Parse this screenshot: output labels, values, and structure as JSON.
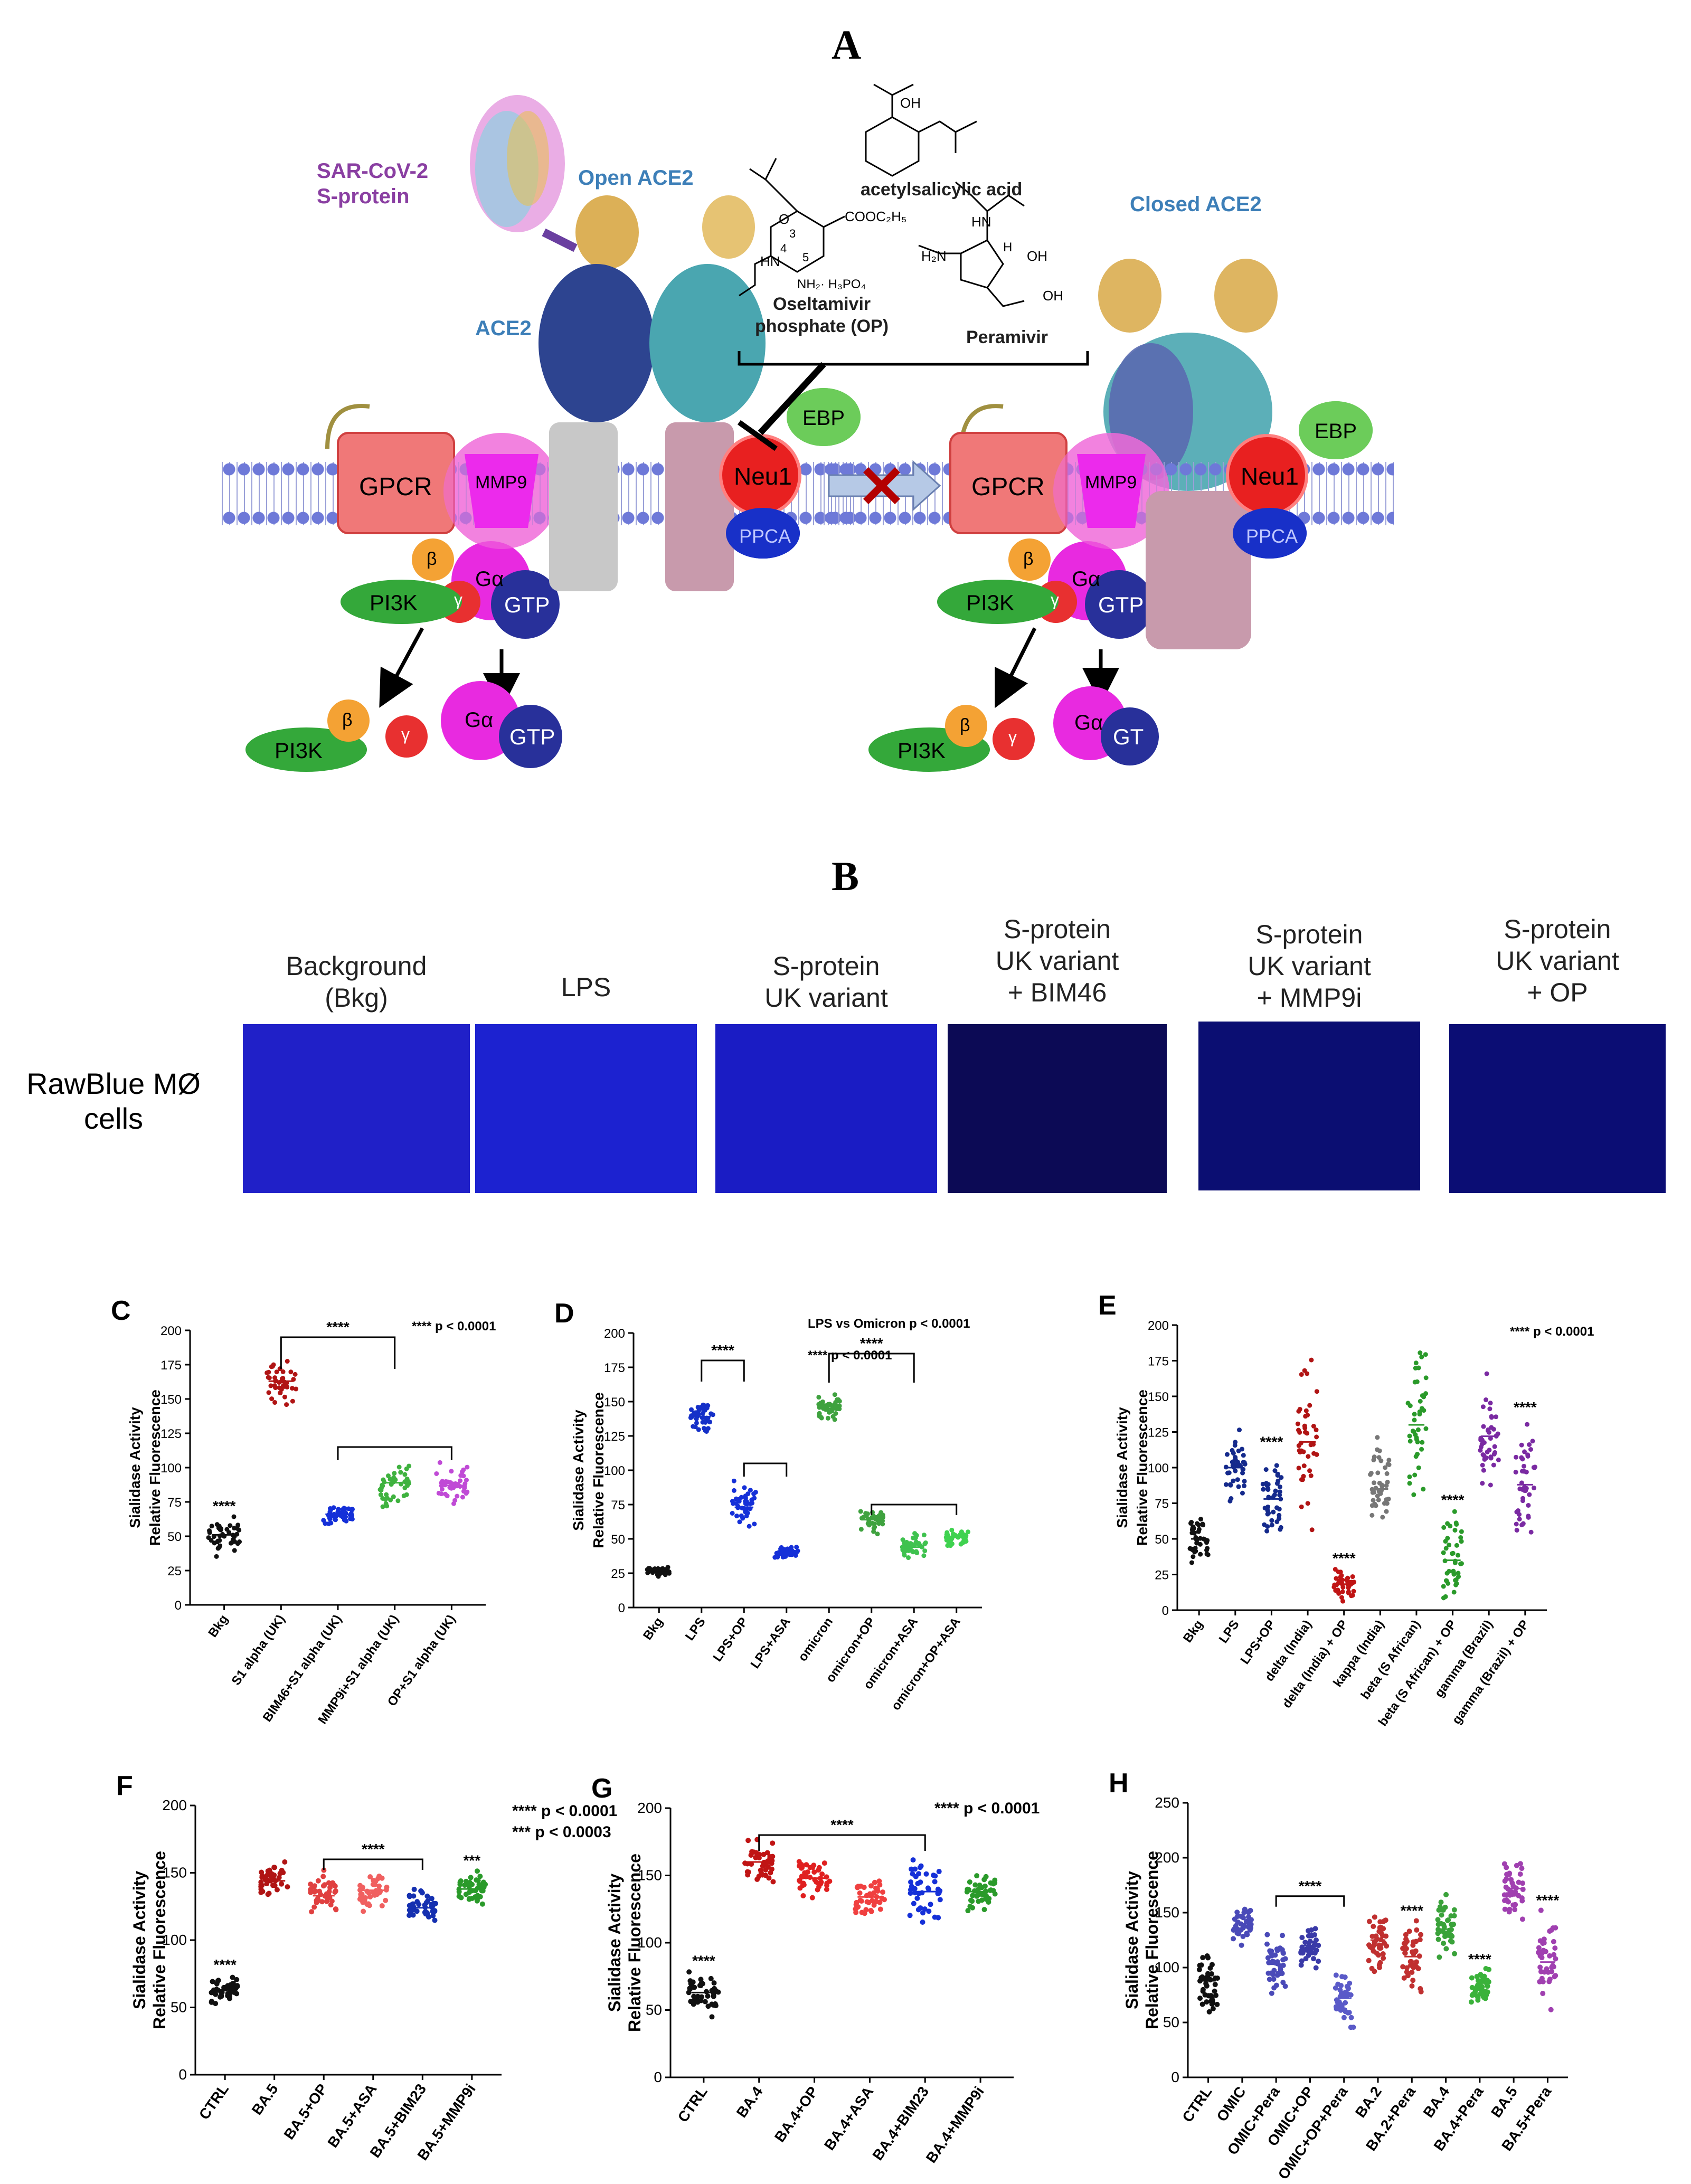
{
  "panels": {
    "A": "A",
    "B": "B"
  },
  "panel_a": {
    "sars_label": "SAR-CoV-2\nS-protein",
    "open_ace2": "Open ACE2",
    "closed_ace2": "Closed ACE2",
    "ace2": "ACE2",
    "asa": "acetylsalicylic acid",
    "op": "Oseltamivir\nphosphate (OP)",
    "peramivir": "Peramivir",
    "gpcr": "GPCR",
    "mmp9": "MMP9",
    "neu1": "Neu1",
    "ebp": "EBP",
    "ppca": "PPCA",
    "beta": "β",
    "gamma": "γ",
    "galpha": "Gα",
    "gtp": "GTP",
    "gtp_cut": "GT",
    "pi3k": "PI3K",
    "cooc2h5": "COOC₂H₅",
    "nh2": "NH₂· H₃PO₄",
    "hn": "HN",
    "oh": "OH",
    "h2n": "H₂N",
    "h": "H",
    "o": "O",
    "n3": "3",
    "n4": "4",
    "n5": "5"
  },
  "panel_b": {
    "row_label": "RawBlue MØ\ncells",
    "columns": [
      {
        "label": "Background\n(Bkg)",
        "color": "#2020c8"
      },
      {
        "label": "LPS",
        "color": "#1c22d0"
      },
      {
        "label": "S-protein\nUK variant",
        "color": "#1a1cc4"
      },
      {
        "label": "S-protein\nUK variant\n+ BIM46",
        "color": "#0c0a55"
      },
      {
        "label": "S-protein\nUK variant\n+ MMP9i",
        "color": "#0b0e72"
      },
      {
        "label": "S-protein\nUK variant\n+ OP",
        "color": "#0b0d74"
      }
    ]
  },
  "chart_data": [
    {
      "panel": "C",
      "type": "scatter",
      "ylabel": "Sialidase Activity\nRelative Fluorescence",
      "ylim": [
        0,
        200
      ],
      "yticks": [
        0,
        25,
        50,
        75,
        100,
        125,
        150,
        175,
        200
      ],
      "note": "**** p < 0.0001",
      "categories": [
        "Bkg",
        "S1 alpha (UK)",
        "BIM46+S1 alpha (UK)",
        "MMP9i+S1 alpha (UK)",
        "OP+S1 alpha (UK)"
      ],
      "series": [
        {
          "mean": 51,
          "sd": 6,
          "color": "#111111",
          "stars": "****"
        },
        {
          "mean": 163,
          "sd": 7,
          "color": "#b01414",
          "stars": ""
        },
        {
          "mean": 66,
          "sd": 3,
          "color": "#1530d8",
          "stars": ""
        },
        {
          "mean": 89,
          "sd": 8,
          "color": "#3fb23f",
          "stars": ""
        },
        {
          "mean": 87,
          "sd": 7,
          "color": "#c04ad6",
          "stars": ""
        }
      ],
      "bracket_stars": "****"
    },
    {
      "panel": "D",
      "type": "scatter",
      "ylabel": "Sialidase Activity\nRelative Fluorescence",
      "ylim": [
        0,
        200
      ],
      "yticks": [
        0,
        25,
        50,
        75,
        100,
        125,
        150,
        175,
        200
      ],
      "note": "LPS vs Omicron  p < 0.0001",
      "note2": "****  p < 0.0001",
      "categories": [
        "Bkg",
        "LPS",
        "LPS+OP",
        "LPS+ASA",
        "omicron",
        "omicron+OP",
        "omicron+ASA",
        "omicron+OP+ASA"
      ],
      "series": [
        {
          "mean": 27,
          "sd": 2,
          "color": "#111111",
          "stars": ""
        },
        {
          "mean": 139,
          "sd": 5,
          "color": "#1530c8",
          "stars": ""
        },
        {
          "mean": 73,
          "sd": 8,
          "color": "#1530d8",
          "stars": ""
        },
        {
          "mean": 40,
          "sd": 2,
          "color": "#1530d8",
          "stars": ""
        },
        {
          "mean": 145,
          "sd": 5,
          "color": "#3fa23f",
          "stars": ""
        },
        {
          "mean": 64,
          "sd": 4,
          "color": "#3fa23f",
          "stars": ""
        },
        {
          "mean": 44,
          "sd": 4,
          "color": "#3fc24f",
          "stars": ""
        },
        {
          "mean": 51,
          "sd": 3,
          "color": "#3fd24f",
          "stars": ""
        }
      ],
      "bracket_stars": [
        "****",
        "****"
      ]
    },
    {
      "panel": "E",
      "type": "scatter",
      "ylabel": "Sialidase Activity\nRelative Fluorescence",
      "ylim": [
        0,
        200
      ],
      "yticks": [
        0,
        25,
        50,
        75,
        100,
        125,
        150,
        175,
        200
      ],
      "note": "**** p < 0.0001",
      "categories": [
        "Bkg",
        "LPS",
        "LPS+OP",
        "delta (India)",
        "delta (India) + OP",
        "kappa (India)",
        "beta (S African)",
        "beta (S African) + OP",
        "gamma (Brazil)",
        "gamma (Brazil) + OP"
      ],
      "series": [
        {
          "mean": 50,
          "sd": 8,
          "color": "#111111",
          "stars": ""
        },
        {
          "mean": 100,
          "sd": 10,
          "color": "#152a8c",
          "stars": ""
        },
        {
          "mean": 78,
          "sd": 14,
          "color": "#152a8c",
          "stars": "****"
        },
        {
          "mean": 118,
          "sd": 30,
          "color": "#b01414",
          "stars": ""
        },
        {
          "mean": 18,
          "sd": 5,
          "color": "#c01414",
          "stars": "****"
        },
        {
          "mean": 85,
          "sd": 15,
          "color": "#777777",
          "stars": ""
        },
        {
          "mean": 130,
          "sd": 25,
          "color": "#2a9a2a",
          "stars": ""
        },
        {
          "mean": 35,
          "sd": 15,
          "color": "#2a9a2a",
          "stars": "****"
        },
        {
          "mean": 122,
          "sd": 18,
          "color": "#7a2aa2",
          "stars": ""
        },
        {
          "mean": 88,
          "sd": 20,
          "color": "#7a2aa2",
          "stars": "****"
        }
      ]
    },
    {
      "panel": "F",
      "type": "scatter",
      "ylabel": "Sialidase Activity\nRelative Fluorescence",
      "ylim": [
        0,
        200
      ],
      "yticks": [
        0,
        50,
        100,
        150,
        200
      ],
      "note": "****   p < 0.0001",
      "note2": "***    p < 0.0003",
      "categories": [
        "CTRL",
        "BA.5",
        "BA.5+OP",
        "BA.5+ASA",
        "BA.5+BIM23",
        "BA.5+MMP9i"
      ],
      "series": [
        {
          "mean": 63,
          "sd": 5,
          "color": "#111111",
          "stars": "****"
        },
        {
          "mean": 144,
          "sd": 6,
          "color": "#b01414",
          "stars": ""
        },
        {
          "mean": 133,
          "sd": 7,
          "color": "#e04040",
          "stars": ""
        },
        {
          "mean": 137,
          "sd": 6,
          "color": "#f06060",
          "stars": ""
        },
        {
          "mean": 124,
          "sd": 6,
          "color": "#1530b0",
          "stars": ""
        },
        {
          "mean": 138,
          "sd": 6,
          "color": "#2a9a2a",
          "stars": "***"
        }
      ],
      "bracket_stars": "****"
    },
    {
      "panel": "G",
      "type": "scatter",
      "ylabel": "Sialidase Activity\nRelative Fluorescence",
      "ylim": [
        0,
        200
      ],
      "yticks": [
        0,
        50,
        100,
        150,
        200
      ],
      "note": "****  p < 0.0001",
      "categories": [
        "CTRL",
        "BA.4",
        "BA.4+OP",
        "BA.4+ASA",
        "BA.4+BIM23",
        "BA.4+MMP9i"
      ],
      "series": [
        {
          "mean": 63,
          "sd": 7,
          "color": "#111111",
          "stars": "****"
        },
        {
          "mean": 160,
          "sd": 7,
          "color": "#c01414",
          "stars": ""
        },
        {
          "mean": 148,
          "sd": 6,
          "color": "#e02020",
          "stars": ""
        },
        {
          "mean": 134,
          "sd": 7,
          "color": "#f04040",
          "stars": ""
        },
        {
          "mean": 138,
          "sd": 10,
          "color": "#1530d8",
          "stars": ""
        },
        {
          "mean": 138,
          "sd": 7,
          "color": "#2a9a2a",
          "stars": ""
        }
      ],
      "bracket_stars": "****"
    },
    {
      "panel": "H",
      "type": "scatter",
      "ylabel": "Sialidase Activity\nRelative Fluorescence",
      "ylim": [
        0,
        250
      ],
      "yticks": [
        0,
        50,
        100,
        150,
        200,
        250
      ],
      "categories": [
        "CTRL",
        "OMIC",
        "OMIC+Pera",
        "OMIC+OP",
        "OMIC+OP+Pera",
        "BA.2",
        "BA.2+Pera",
        "BA.4",
        "BA.4+Pera",
        "BA.5",
        "BA.5+Pera"
      ],
      "series": [
        {
          "mean": 88,
          "sd": 18,
          "color": "#111111",
          "stars": ""
        },
        {
          "mean": 140,
          "sd": 8,
          "color": "#4a4ab8",
          "stars": ""
        },
        {
          "mean": 103,
          "sd": 12,
          "color": "#4a4ab8",
          "stars": ""
        },
        {
          "mean": 120,
          "sd": 10,
          "color": "#3a3aa8",
          "stars": ""
        },
        {
          "mean": 72,
          "sd": 10,
          "color": "#5a5ac8",
          "stars": ""
        },
        {
          "mean": 125,
          "sd": 12,
          "color": "#c03030",
          "stars": ""
        },
        {
          "mean": 110,
          "sd": 14,
          "color": "#c03030",
          "stars": "****"
        },
        {
          "mean": 135,
          "sd": 12,
          "color": "#3aa23a",
          "stars": ""
        },
        {
          "mean": 80,
          "sd": 8,
          "color": "#3ab23a",
          "stars": "****"
        },
        {
          "mean": 172,
          "sd": 12,
          "color": "#a040b0",
          "stars": ""
        },
        {
          "mean": 105,
          "sd": 20,
          "color": "#a040b0",
          "stars": "****"
        }
      ],
      "bracket_stars": "****"
    }
  ]
}
